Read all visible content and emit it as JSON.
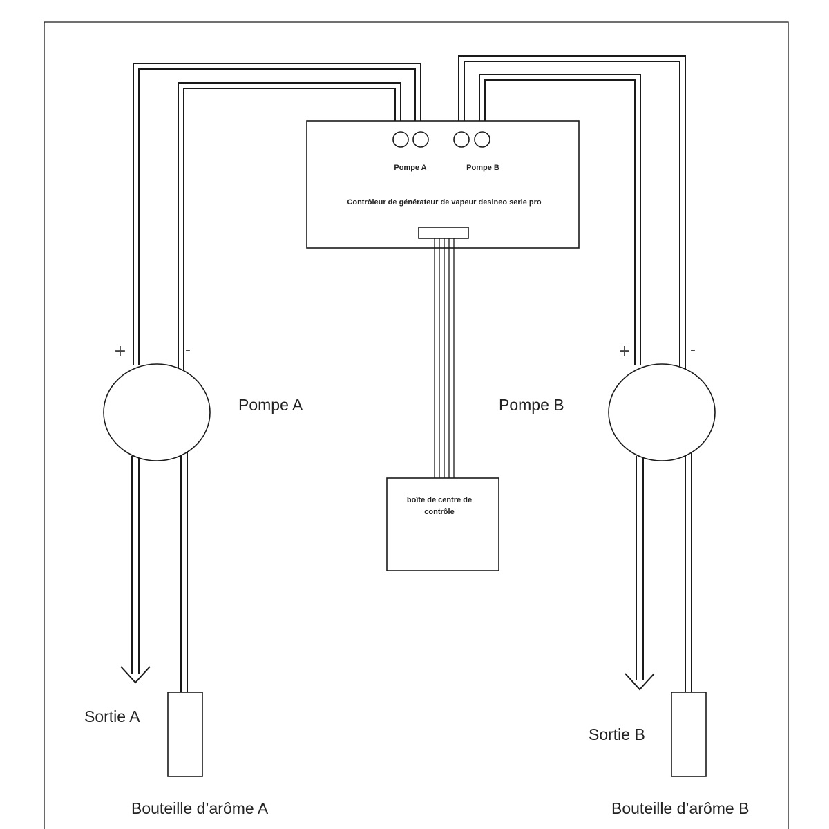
{
  "controller": {
    "title": "Contrôleur de générateur de vapeur desineo serie pro",
    "port_a_label": "Pompe A",
    "port_b_label": "Pompe B"
  },
  "control_box": {
    "label_line1": "boîte de centre de",
    "label_line2": "contrôle"
  },
  "pump_a": {
    "label": "Pompe A",
    "plus": "+",
    "minus": "-",
    "outlet_label": "Sortie A",
    "bottle_label": "Bouteille d’arôme A"
  },
  "pump_b": {
    "label": "Pompe B",
    "plus": "+",
    "minus": "-",
    "outlet_label": "Sortie B",
    "bottle_label": "Bouteille d’arôme B"
  }
}
